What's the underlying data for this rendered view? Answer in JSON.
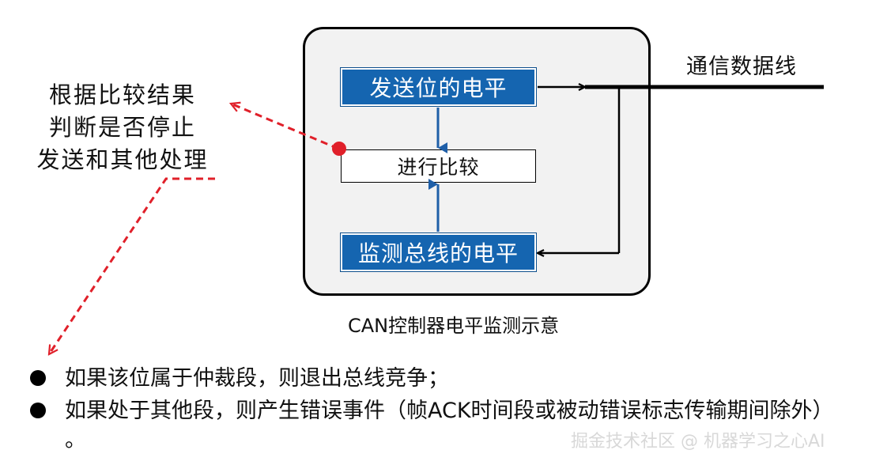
{
  "diagram": {
    "left_note": [
      "根据比较结果",
      "判断是否停止",
      "发送和其他处理"
    ],
    "send_level": "发送位的电平",
    "compare": "进行比较",
    "monitor_level": "监测总线的电平",
    "bus_label": "通信数据线",
    "caption": "CAN控制器电平监测示意"
  },
  "bullets": [
    "如果该位属于仲裁段，则退出总线竞争；",
    "如果处于其他段，则产生错误事件（帧ACK时间段或被动错误标志传输期间除外） 。"
  ],
  "watermark": "掘金技术社区 @ 机器学习之心AI",
  "colors": {
    "box_blue": "#1565b0",
    "arrow_blue": "#1f5fa8",
    "dashed_red": "#e0202a"
  }
}
